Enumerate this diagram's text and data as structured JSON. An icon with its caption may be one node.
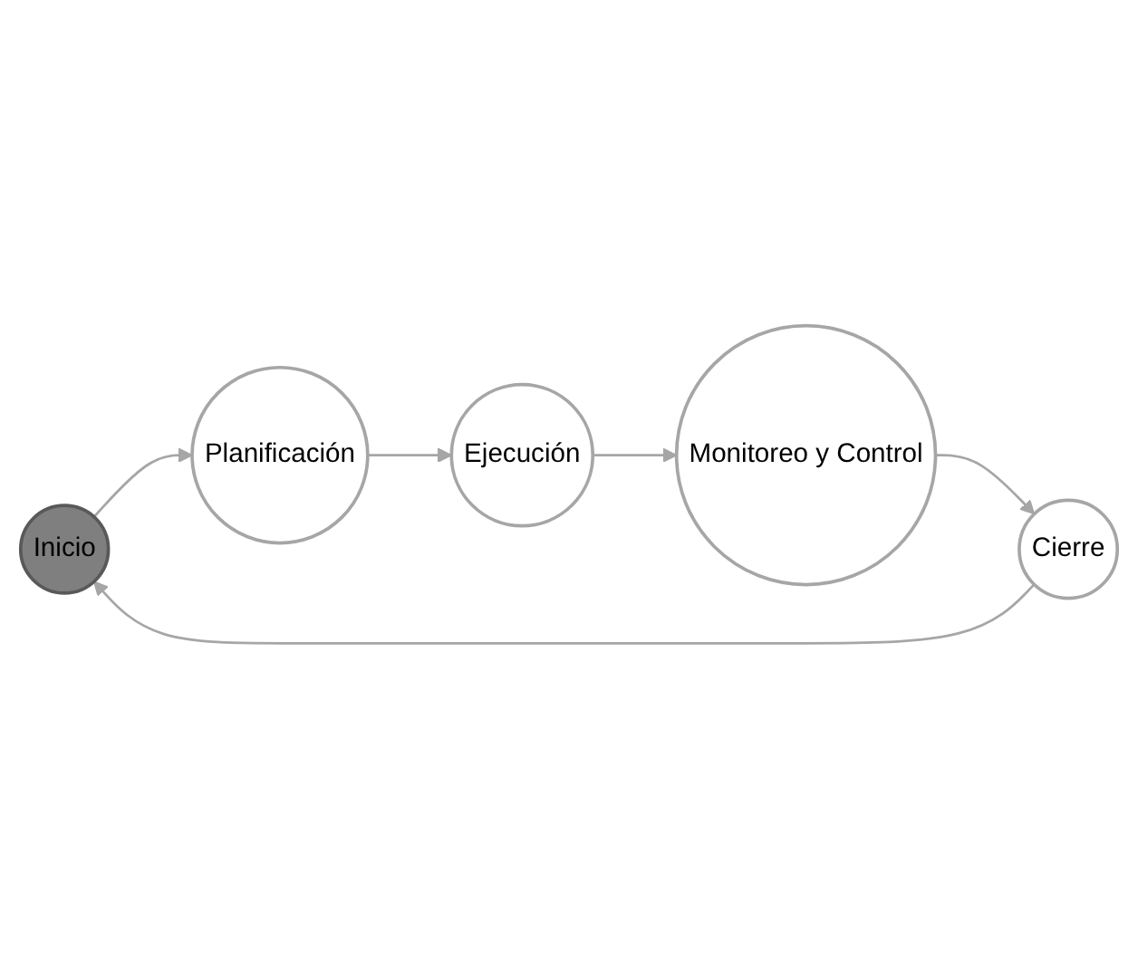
{
  "diagram": {
    "nodes": [
      {
        "text": [
          "Inicio"
        ]
      },
      {
        "text": [
          "Planificación"
        ]
      },
      {
        "text": [
          "Ejecución"
        ]
      },
      {
        "text": [
          "Monitoreo y Control"
        ]
      },
      {
        "text": [
          "Cierre"
        ]
      }
    ],
    "edges": [
      {
        "from": 0,
        "to": 1,
        "arrow": "to"
      },
      {
        "from": 1,
        "to": 2,
        "arrow": "to"
      },
      {
        "from": 2,
        "to": 3,
        "arrow": "to"
      },
      {
        "from": 3,
        "to": 4,
        "arrow": "to"
      },
      {
        "from": 4,
        "to": 0,
        "arrow": "to"
      }
    ]
  }
}
